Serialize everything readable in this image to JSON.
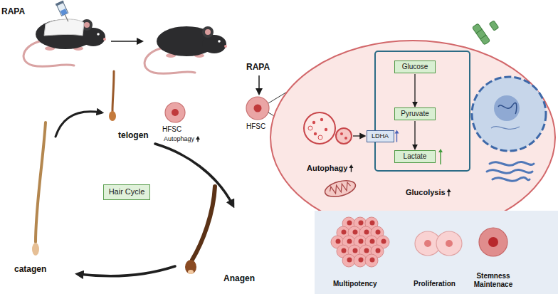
{
  "diagram": {
    "nodes": [
      {
        "text": [
          "Hair Cycle"
        ]
      },
      {
        "text": [
          "Glucose"
        ]
      },
      {
        "text": [
          "Pyruvate"
        ]
      },
      {
        "text": [
          "Lactate"
        ]
      },
      {
        "text": [
          "LDHA"
        ]
      }
    ],
    "edges": [
      {
        "from": 1,
        "to": 2,
        "arrow": "to"
      },
      {
        "from": 2,
        "to": 3,
        "arrow": "to"
      }
    ],
    "labels": [
      "RAPA",
      "telogen",
      "HFSC",
      "Autophagy",
      "catagen",
      "Anagen",
      "RAPA",
      "HFSC",
      "Autophagy",
      "Glucolysis",
      "Multipotency",
      "Proliferation",
      "Stemness Maintenace"
    ]
  }
}
